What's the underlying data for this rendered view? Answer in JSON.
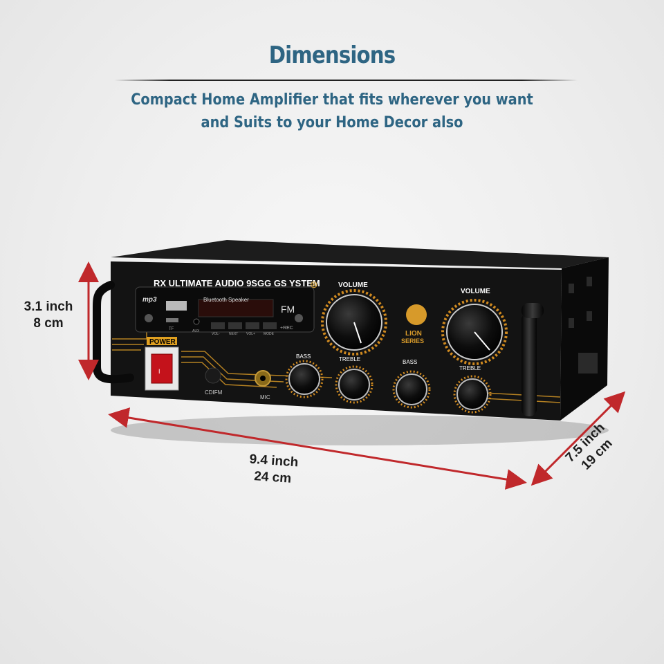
{
  "header": {
    "title": "Dimensions",
    "subtitle_line1": "Compact Home Amplifier that fits wherever you want",
    "subtitle_line2": "and Suits to your Home Decor also"
  },
  "dimensions": {
    "height": {
      "inch": "3.1 inch",
      "cm": "8 cm"
    },
    "width": {
      "inch": "9.4 inch",
      "cm": "24 cm"
    },
    "depth": {
      "inch": "7.5 inch",
      "cm": "19 cm"
    }
  },
  "amplifier": {
    "brand_text": "RX ULTIMATE AUDIO 9SGG GS YSTEM",
    "display_label": "Bluetooth Speaker",
    "mp3_badge": "mp3",
    "tf_label": "TF",
    "aux_label": "AUX",
    "player_buttons": [
      "VOL-",
      "NEXT",
      "VOL+",
      "MODE"
    ],
    "rec_label": "+REC",
    "power_label": "POWER",
    "jack1_label": "CDIFM",
    "jack2_label": "MIC",
    "knob_labels": {
      "volume_left": "VOLUME",
      "volume_right": "VOLUME",
      "bass_left": "BASS",
      "treble_left": "TREBLE",
      "bass_right": "BASS",
      "treble_right": "TREBLE"
    },
    "logo_line1": "LION",
    "logo_line2": "SERIES"
  },
  "colors": {
    "title_blue": "#2e6583",
    "arrow_red": "#c0282b",
    "chassis_black": "#141414",
    "accent_gold": "#d79a2a"
  }
}
